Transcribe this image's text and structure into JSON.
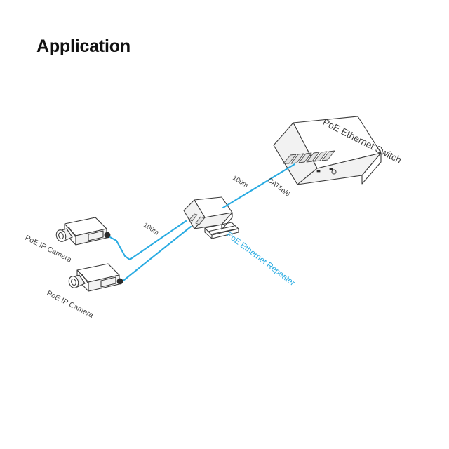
{
  "page": {
    "title": "Application",
    "background_color": "#ffffff"
  },
  "colors": {
    "cable": "#29ABE2",
    "repeater_label": "#29ABE2",
    "line_art": "#3a3a3a",
    "label_text": "#3d3d3d",
    "title_text": "#111111",
    "port_fill": "#e2e2e2"
  },
  "diagram": {
    "type": "network-topology",
    "devices": [
      {
        "id": "poe-ethernet-switch",
        "label": "PoE Ethernet Switch",
        "label_rotation_deg": 27,
        "port_count": 6
      },
      {
        "id": "poe-ethernet-repeater",
        "label": "PoE Ethernet Repeater",
        "label_rotation_deg": 37,
        "label_color": "#29ABE2",
        "port_count": 2
      },
      {
        "id": "poe-ip-camera-1",
        "label": "PoE IP Camera",
        "label_rotation_deg": 27
      },
      {
        "id": "poe-ip-camera-2",
        "label": "PoE IP Camera",
        "label_rotation_deg": 27
      }
    ],
    "cables": [
      {
        "id": "cable-repeater-to-switch",
        "from": "poe-ethernet-repeater",
        "to": "poe-ethernet-switch",
        "labels": [
          "100m",
          "CAT5e/6"
        ],
        "distance_label": "100m",
        "type_label": "CAT5e/6",
        "color": "#29ABE2"
      },
      {
        "id": "cable-camera1-to-repeater",
        "from": "poe-ip-camera-1",
        "to": "poe-ethernet-repeater",
        "distance_label": "100m",
        "color": "#29ABE2"
      },
      {
        "id": "cable-camera2-to-repeater",
        "from": "poe-ip-camera-2",
        "to": "poe-ethernet-repeater",
        "color": "#29ABE2"
      }
    ],
    "cable_labels": {
      "upper_distance": "100m",
      "upper_type": "CAT5e/6",
      "lower_distance": "100m"
    }
  }
}
